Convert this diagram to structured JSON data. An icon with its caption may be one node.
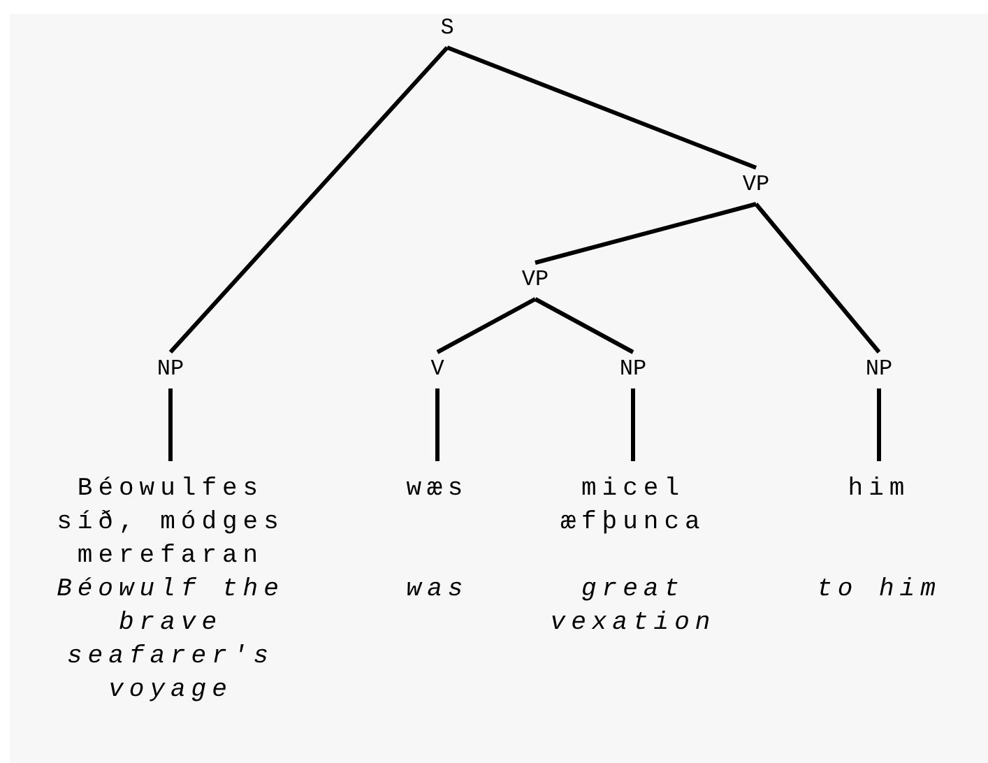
{
  "diagram": {
    "nodes": [
      {
        "text": [
          "S"
        ]
      },
      {
        "text": [
          "VP"
        ]
      },
      {
        "text": [
          "VP"
        ]
      },
      {
        "text": [
          "NP"
        ]
      },
      {
        "text": [
          "V"
        ]
      },
      {
        "text": [
          "NP"
        ]
      },
      {
        "text": [
          "NP"
        ]
      },
      {
        "text": [
          "Béowulfes síð, módges merefaran"
        ],
        "beside": [
          "Béowulf the brave seafarer's voyage"
        ]
      },
      {
        "text": [
          "wæs"
        ],
        "beside": [
          "was"
        ]
      },
      {
        "text": [
          "micel æfþunca"
        ],
        "beside": [
          "great vexation"
        ]
      },
      {
        "text": [
          "him"
        ],
        "beside": [
          "to him"
        ]
      }
    ],
    "edges": [
      {
        "from": 0,
        "to": 3,
        "arrow": "none"
      },
      {
        "from": 0,
        "to": 1,
        "arrow": "none"
      },
      {
        "from": 1,
        "to": 2,
        "arrow": "none"
      },
      {
        "from": 1,
        "to": 6,
        "arrow": "none"
      },
      {
        "from": 2,
        "to": 4,
        "arrow": "none"
      },
      {
        "from": 2,
        "to": 5,
        "arrow": "none"
      },
      {
        "from": 3,
        "to": 7,
        "arrow": "none"
      },
      {
        "from": 4,
        "to": 8,
        "arrow": "none"
      },
      {
        "from": 5,
        "to": 9,
        "arrow": "none"
      },
      {
        "from": 6,
        "to": 10,
        "arrow": "none"
      }
    ]
  }
}
